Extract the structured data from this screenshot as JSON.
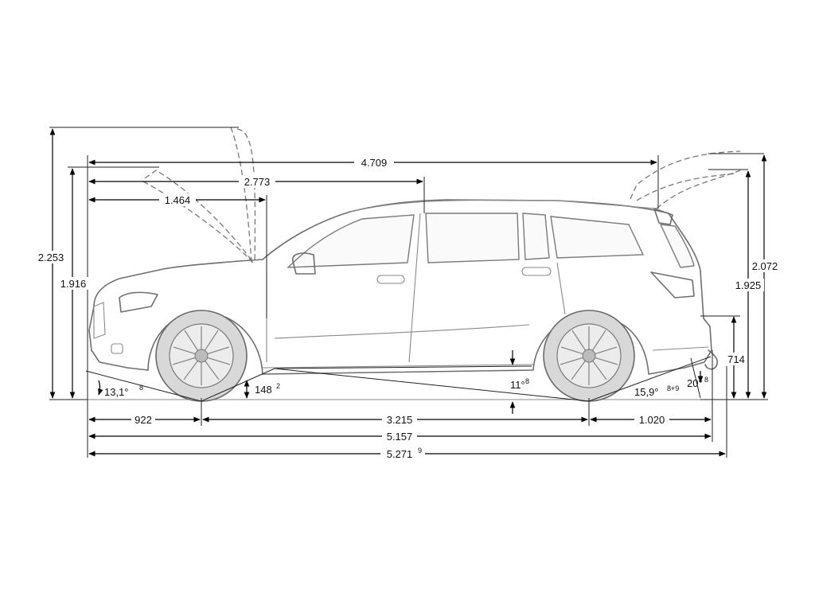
{
  "labels": {
    "overall_length_hood": "4.709",
    "a_pillar_to_front": "2.773",
    "front_to_bpillar": "1.464",
    "height_bonnet_open": "2.253",
    "height_roof": "1.916",
    "height_tailgate_open": "2.072",
    "height_roof_rear": "1.925",
    "hitch_height": "714",
    "front_overhang": "922",
    "wheelbase": "3.215",
    "rear_overhang": "1.020",
    "overall_length": "5.157",
    "overall_length_hitch": "5.271",
    "overall_length_hitch_note": "9",
    "approach_angle": "13,1°",
    "approach_angle_note": "8",
    "ground_clearance": "148",
    "ground_clearance_note": "2",
    "breakover_angle": "11°",
    "breakover_angle_note": "8",
    "departure_angle": "15,9°",
    "departure_angle_note": "8+9",
    "hitch_angle": "20°",
    "hitch_angle_note": "8"
  },
  "colors": {
    "dimension_lines": "#000000",
    "car_outline": "#6e6e6e",
    "wheel_fill": "#d8d8d8"
  }
}
